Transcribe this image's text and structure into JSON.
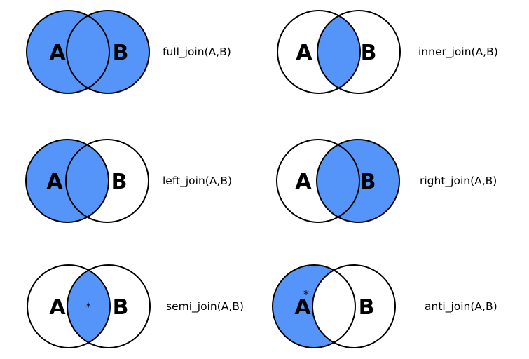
{
  "colors": {
    "fill": "#5595fa",
    "stroke": "#000000",
    "background": "#ffffff"
  },
  "diagrams": [
    {
      "label": "full_join(A,B)",
      "set_a": "A",
      "set_b": "B",
      "shaded": "a-and-b"
    },
    {
      "label": "inner_join(A,B)",
      "set_a": "A",
      "set_b": "B",
      "shaded": "intersection"
    },
    {
      "label": "left_join(A,B)",
      "set_a": "A",
      "set_b": "B",
      "shaded": "a"
    },
    {
      "label": "right_join(A,B)",
      "set_a": "A",
      "set_b": "B",
      "shaded": "b"
    },
    {
      "label": "semi_join(A,B)",
      "set_a": "A",
      "set_b": "B",
      "shaded": "intersection",
      "marker": "*"
    },
    {
      "label": "anti_join(A,B)",
      "set_a": "A",
      "set_b": "B",
      "shaded": "a-minus-b",
      "marker": "*"
    }
  ]
}
